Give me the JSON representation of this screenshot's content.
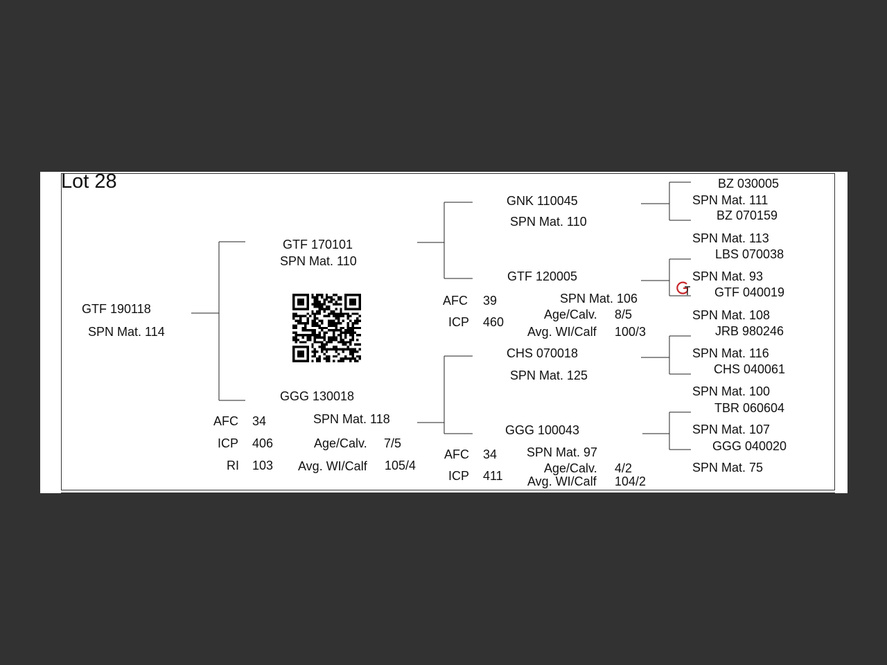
{
  "lot_label": "Lot 28",
  "subject": {
    "id": "GTF 190118",
    "spn_mat": "SPN Mat. 114"
  },
  "sire": {
    "id": "GTF 170101",
    "spn_mat": "SPN Mat. 110",
    "sire": {
      "id": "GNK 110045",
      "spn_mat": "SPN Mat. 110"
    },
    "dam": {
      "id": "GTF 120005",
      "spn_mat": "SPN Mat. 106",
      "afc_label": "AFC",
      "afc": "39",
      "icp_label": "ICP",
      "icp": "460",
      "age_label": "Age/Calv.",
      "age": "8/5",
      "wi_label": "Avg. WI/Calf",
      "wi": "100/3"
    }
  },
  "dam": {
    "id": "GGG 130018",
    "spn_mat": "SPN Mat. 118",
    "afc_label": "AFC",
    "afc": "34",
    "icp_label": "ICP",
    "icp": "406",
    "ri_label": "RI",
    "ri": "103",
    "age_label": "Age/Calv.",
    "age": "7/5",
    "wi_label": "Avg. WI/Calf",
    "wi": "105/4",
    "sire": {
      "id": "CHS 070018",
      "spn_mat": "SPN Mat. 125"
    },
    "dam": {
      "id": "GGG 100043",
      "spn_mat": "SPN Mat. 97",
      "afc_label": "AFC",
      "afc": "34",
      "icp_label": "ICP",
      "icp": "411",
      "age_label": "Age/Calv.",
      "age": "4/2",
      "wi_label": "Avg. WI/Calf",
      "wi": "104/2"
    }
  },
  "great_grandparents": [
    {
      "id": "BZ  030005",
      "spn_mat": "SPN Mat. 111"
    },
    {
      "id": "BZ  070159",
      "spn_mat": "SPN Mat. 113"
    },
    {
      "id": "LBS 070038",
      "spn_mat": "SPN Mat. 93"
    },
    {
      "id": "GTF 040019",
      "spn_mat": "SPN Mat. 108"
    },
    {
      "id": "JRB 980246",
      "spn_mat": "SPN Mat. 116"
    },
    {
      "id": "CHS 040061",
      "spn_mat": "SPN Mat. 100"
    },
    {
      "id": "TBR 060604",
      "spn_mat": "SPN Mat. 107"
    },
    {
      "id": "GGG 040020",
      "spn_mat": "SPN Mat. 75"
    }
  ],
  "qr_icon": "qr-code-icon",
  "logo_icon": "gt-logo-icon",
  "logo_color": "#c8282d"
}
